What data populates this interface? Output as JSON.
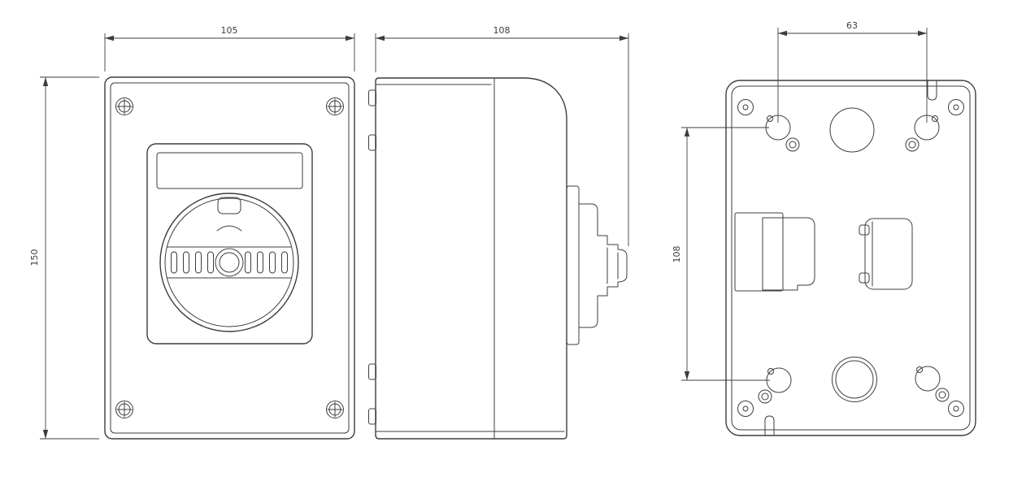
{
  "drawing": {
    "colors": {
      "line": "#3d3d3d",
      "background": "#ffffff"
    },
    "views": {
      "front": {
        "width_label": "105",
        "height_label": "150"
      },
      "side": {
        "depth_label": "108"
      },
      "back": {
        "top_spacing_label": "63",
        "side_spacing_label": "108"
      }
    }
  }
}
